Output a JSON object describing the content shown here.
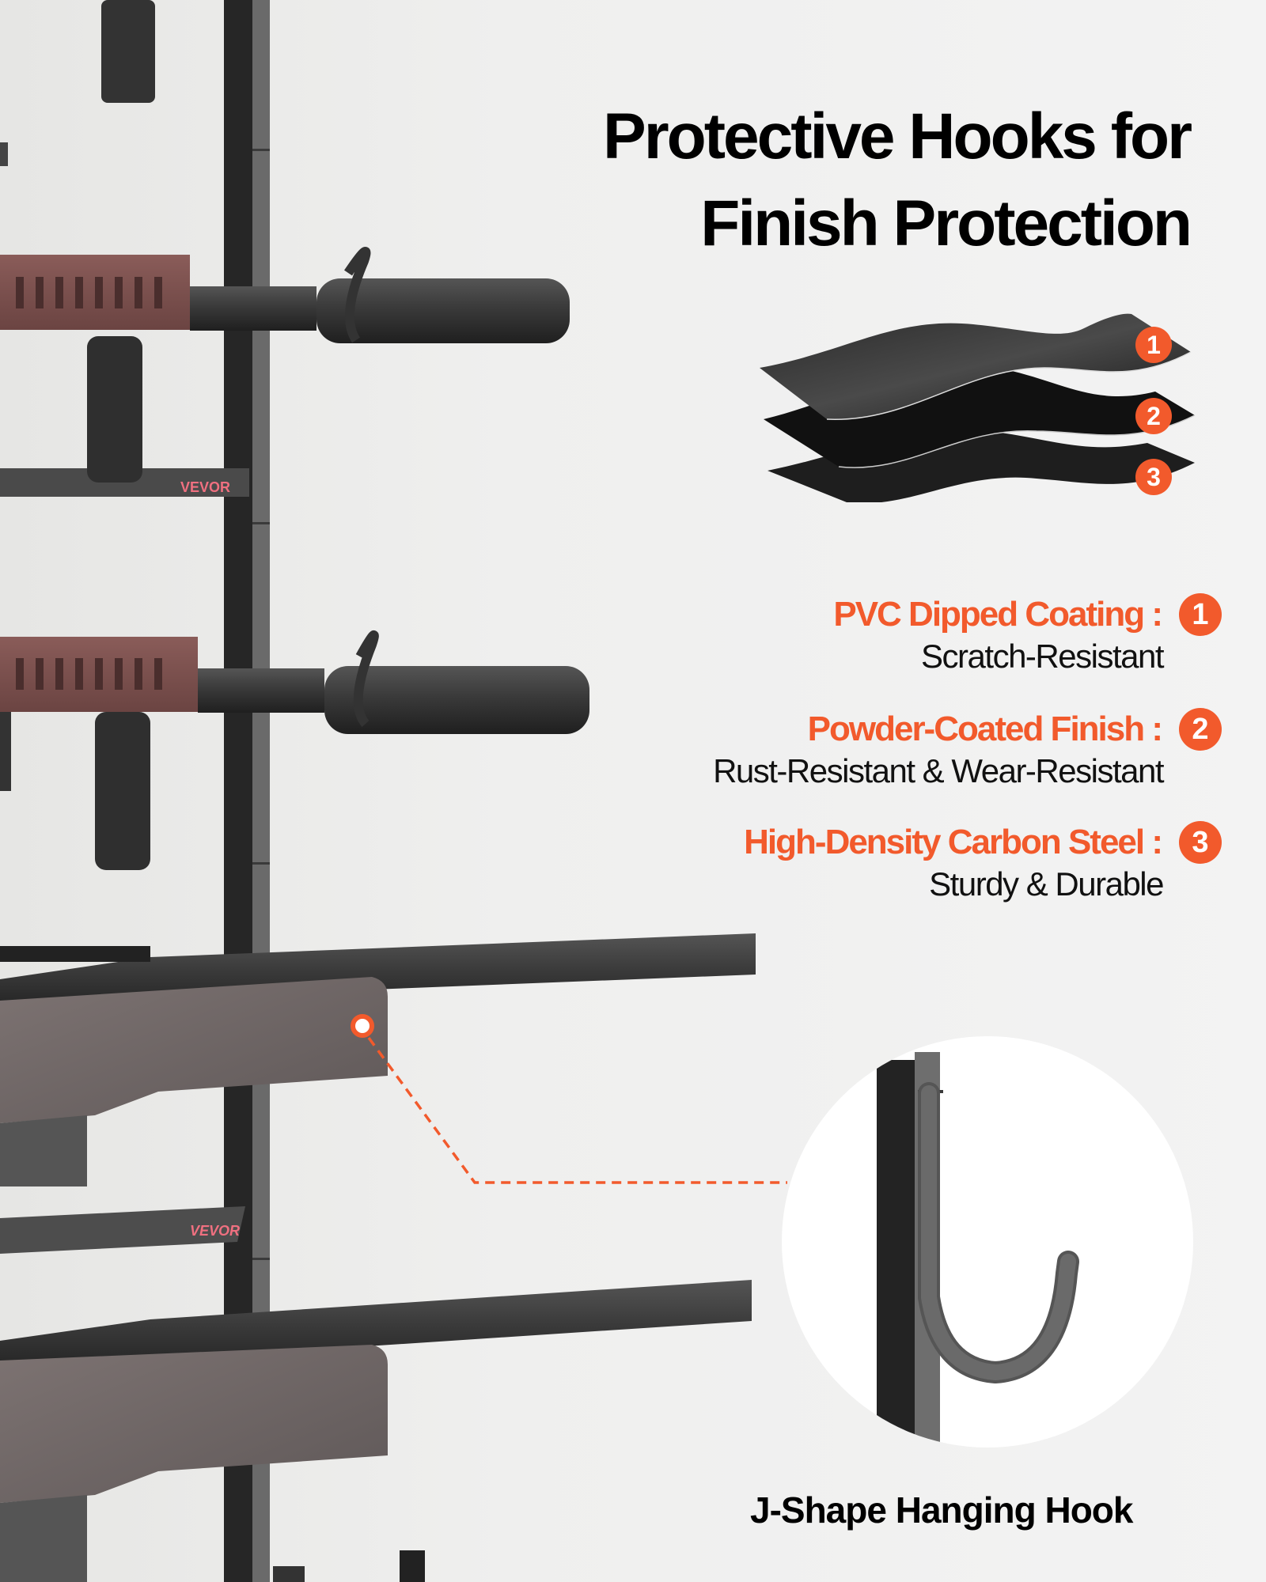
{
  "heading": {
    "line1": "Protective Hooks for",
    "line2": "Finish Protection"
  },
  "layers_graphic": {
    "badges": [
      "1",
      "2",
      "3"
    ]
  },
  "features": [
    {
      "number": "1",
      "title": "PVC Dipped Coating :",
      "subtitle": "Scratch-Resistant"
    },
    {
      "number": "2",
      "title": "Powder-Coated Finish :",
      "subtitle": "Rust-Resistant & Wear-Resistant"
    },
    {
      "number": "3",
      "title": "High-Density Carbon Steel :",
      "subtitle": "Sturdy & Durable"
    }
  ],
  "inset": {
    "caption": "J-Shape Hanging Hook"
  },
  "brand_labels": [
    "VEVOR",
    "VEVOR"
  ],
  "colors": {
    "accent": "#f25a2c",
    "text": "#000000",
    "background": "#f1f1f0",
    "rack": "#2b2b2b"
  }
}
